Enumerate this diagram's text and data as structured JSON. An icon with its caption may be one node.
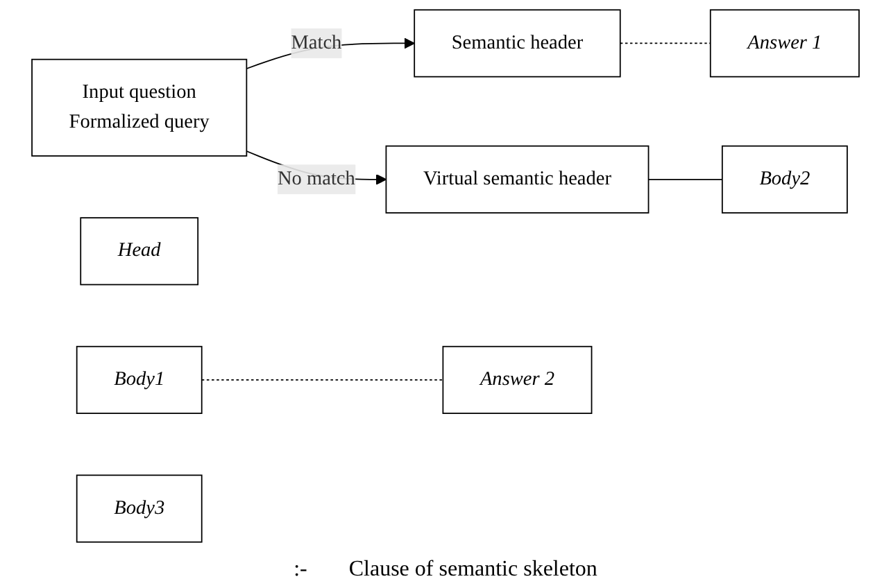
{
  "diagram": {
    "nodes": [
      {
        "text": [
          "Input question",
          "Formalized query"
        ]
      },
      {
        "text": [
          "Semantic header"
        ]
      },
      {
        "text": [
          "Answer 1"
        ]
      },
      {
        "text": [
          "Virtual semantic header"
        ]
      },
      {
        "text": [
          "Head"
        ]
      },
      {
        "text": [
          "Body1"
        ]
      },
      {
        "text": [
          "Body2"
        ]
      },
      {
        "text": [
          "Body3"
        ]
      },
      {
        "text": [
          "Answer 2"
        ]
      }
    ],
    "edges": [
      {
        "from": 0,
        "to": 1,
        "arrow": "to",
        "label": "Match"
      },
      {
        "from": 0,
        "to": 3,
        "arrow": "to",
        "label": "No match"
      },
      {
        "from": 1,
        "to": 2,
        "arrow": "none",
        "style": "dashed"
      },
      {
        "from": 3,
        "to": 6,
        "arrow": "none"
      },
      {
        "from": 5,
        "to": 8,
        "arrow": "none",
        "style": "dashed"
      }
    ],
    "labels": [
      ":-",
      "Clause of semantic skeleton"
    ]
  }
}
